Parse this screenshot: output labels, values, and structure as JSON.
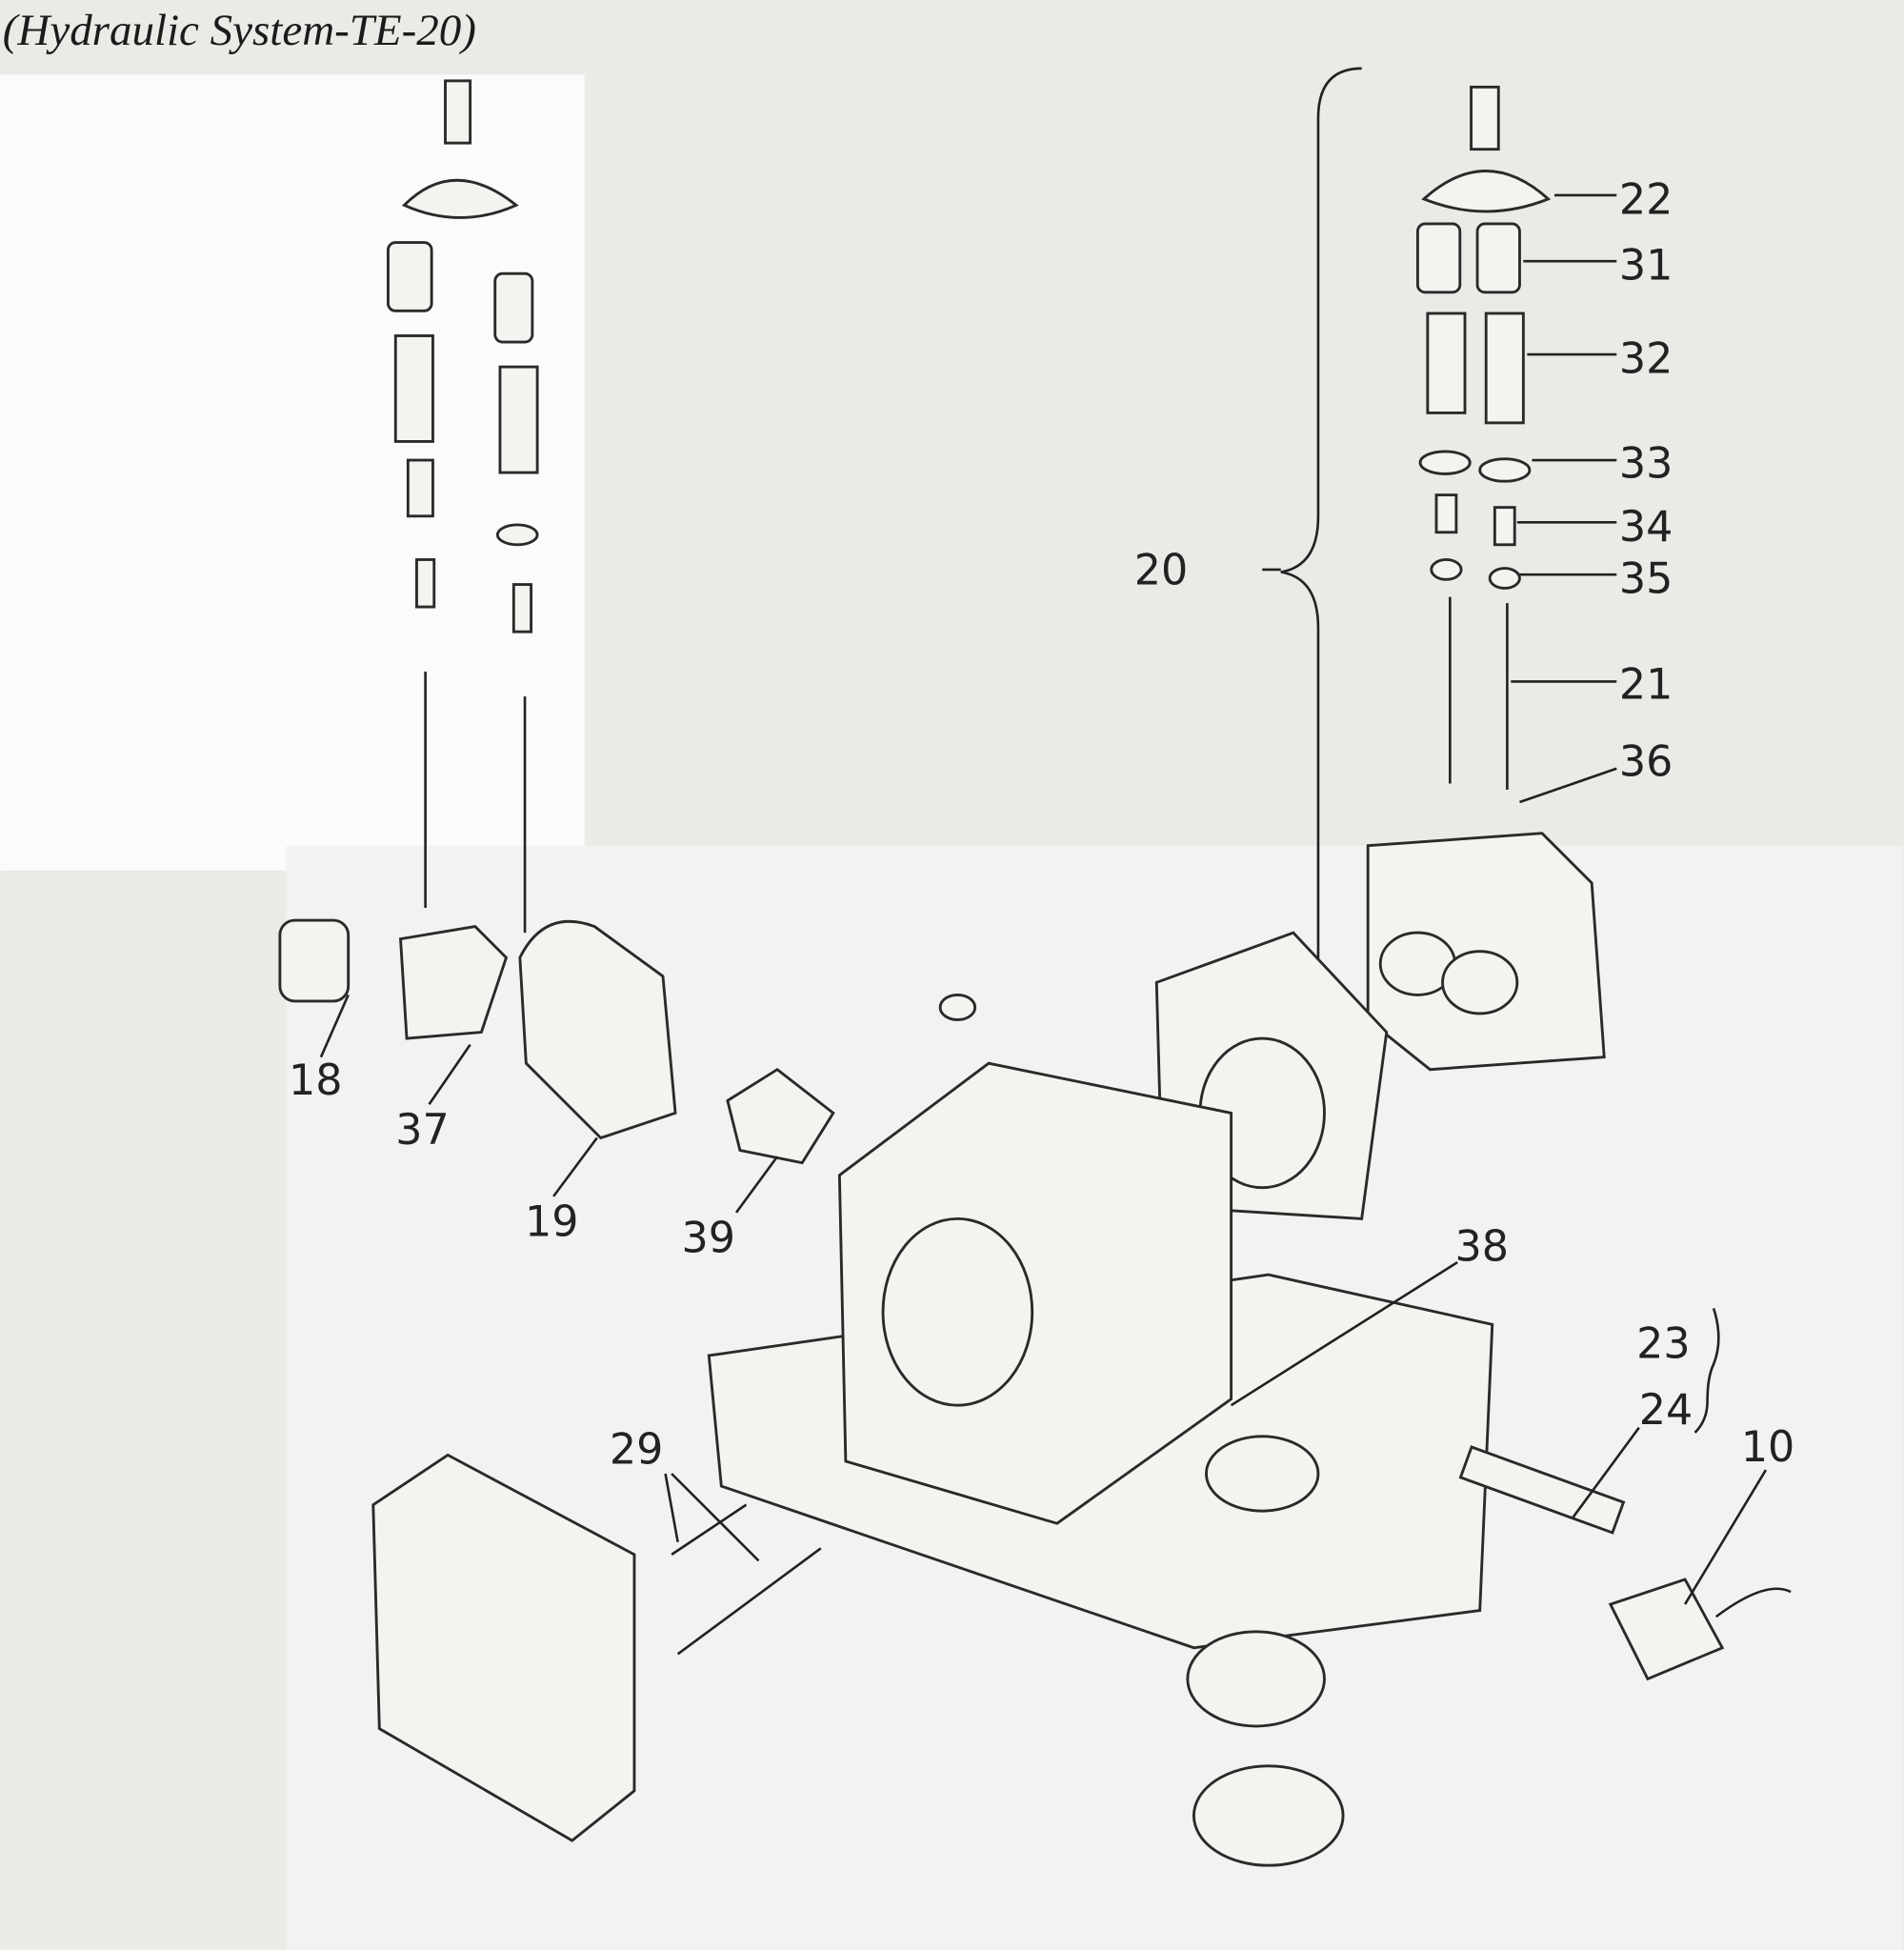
{
  "title": "(Hydraulic System-TE-20)",
  "callouts": {
    "p22": "22",
    "p31": "31",
    "p32": "32",
    "p33": "33",
    "p34": "34",
    "p35": "35",
    "p21": "21",
    "p36": "36",
    "p20": "20",
    "p18": "18",
    "p37": "37",
    "p19": "19",
    "p39": "39",
    "p38": "38",
    "p23": "23",
    "p24": "24",
    "p10": "10",
    "p29": "29"
  }
}
